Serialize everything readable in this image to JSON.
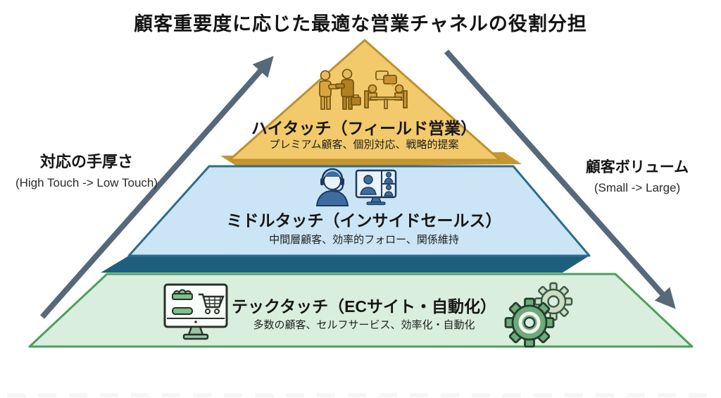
{
  "title": "顧客重要度に応じた最適な営業チャネルの役割分担",
  "colors": {
    "arrow": "#566879",
    "title_text": "#141414"
  },
  "left_axis": {
    "label": "対応の手厚さ",
    "sublabel": "(High Touch -> Low Touch)"
  },
  "right_axis": {
    "label": "顧客ボリューム",
    "sublabel": "(Small -> Large)"
  },
  "tiers": [
    {
      "name": "high-touch",
      "title": "ハイタッチ（フィールド営業）",
      "subtitle": "プレミアム顧客、個別対応、戦略的提案",
      "fill": "#F2C96B",
      "border": "#BE9130",
      "shadow": "#C8962F",
      "icons": [
        "handshake-icon",
        "business-meeting-icon"
      ]
    },
    {
      "name": "middle-touch",
      "title": "ミドルタッチ（インサイドセールス）",
      "subtitle": "中間層顧客、効率的フォロー、関係維持",
      "fill": "#CBE4F6",
      "border": "#2E6C8C",
      "shadow": "#1F5F7E",
      "icons": [
        "headset-agent-icon",
        "video-call-icon"
      ]
    },
    {
      "name": "tech-touch",
      "title": "テックタッチ（ECサイト・自動化）",
      "subtitle": "多数の顧客、セルフサービス、効率化・自動化",
      "fill": "#D9EEDC",
      "border": "#4F9E5F",
      "icons": [
        "ec-site-monitor-icon",
        "gears-icon"
      ]
    }
  ]
}
